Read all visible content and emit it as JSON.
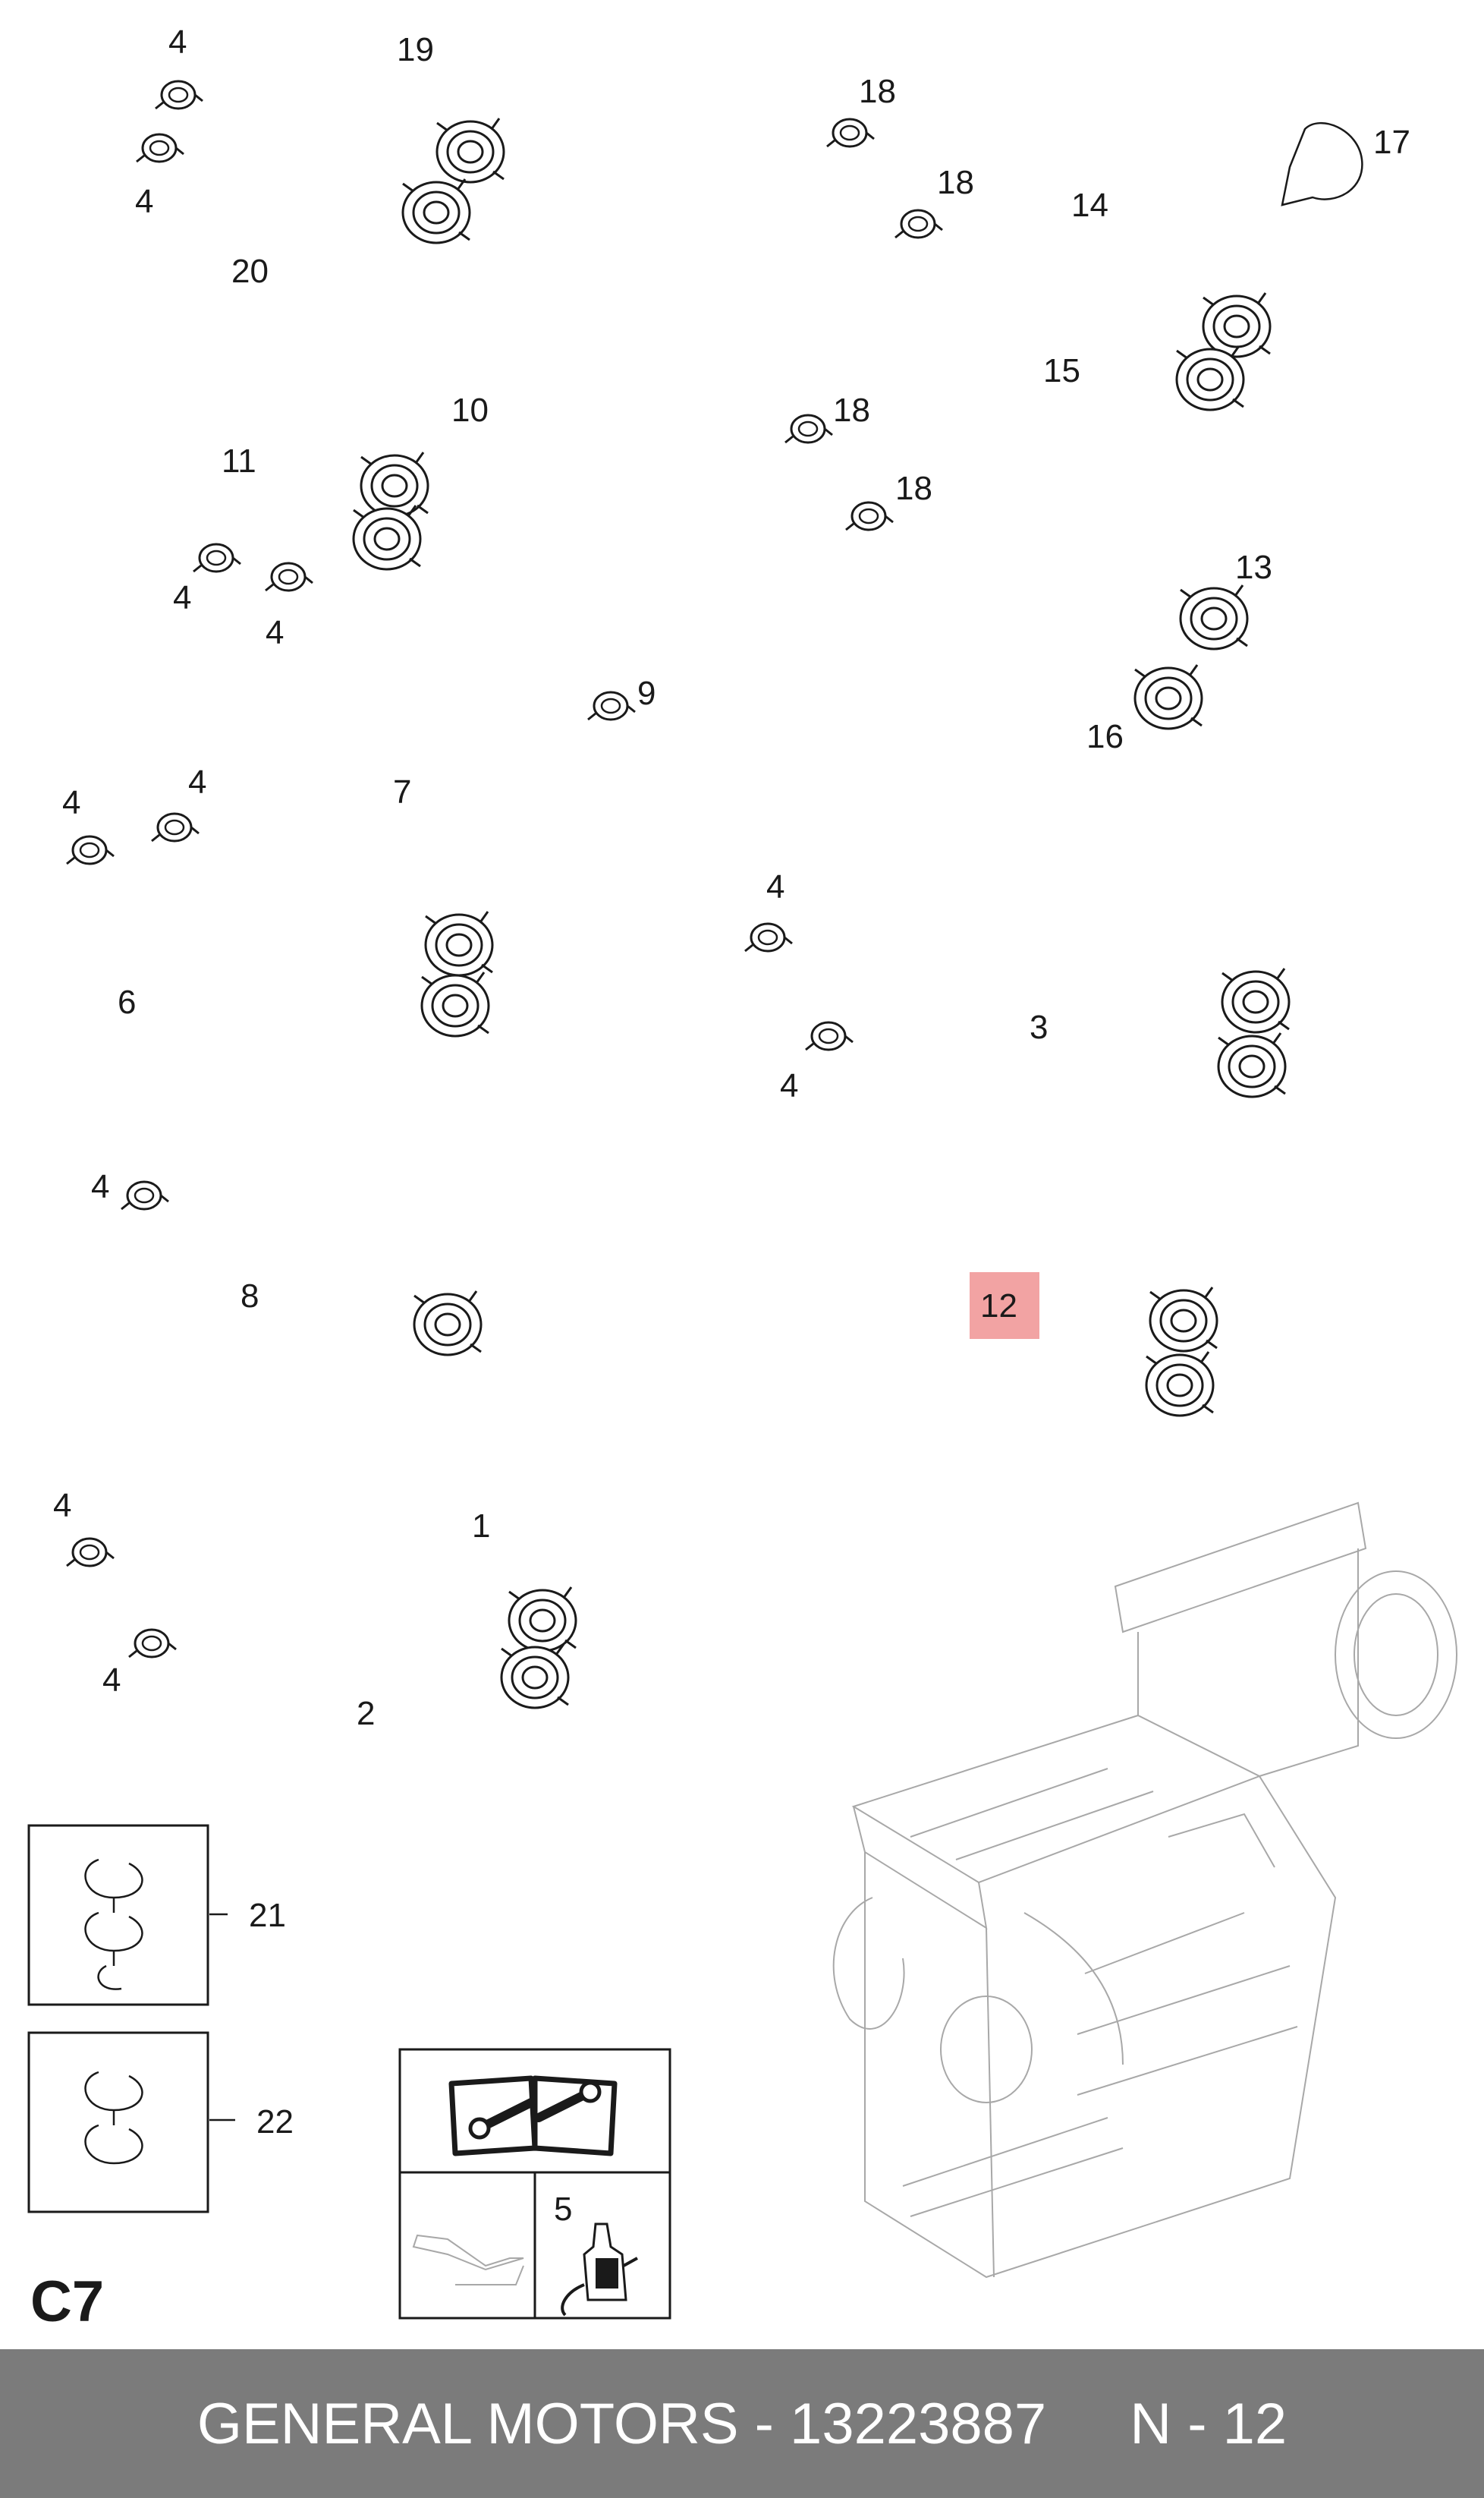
{
  "diagram": {
    "section_code": "C7",
    "highlight_color": "#f2a3a3",
    "callouts": {
      "c1": "1",
      "c2": "2",
      "c3": "3",
      "c4a": "4",
      "c4b": "4",
      "c4c": "4",
      "c4d": "4",
      "c4e": "4",
      "c4f": "4",
      "c4g": "4",
      "c4h": "4",
      "c4i": "4",
      "c4j": "4",
      "c4k": "4",
      "c5": "5",
      "c6": "6",
      "c7": "7",
      "c8": "8",
      "c9": "9",
      "c10": "10",
      "c11": "11",
      "c12": "12",
      "c13": "13",
      "c14": "14",
      "c15": "15",
      "c16": "16",
      "c17": "17",
      "c18a": "18",
      "c18b": "18",
      "c18c": "18",
      "c18d": "18",
      "c19": "19",
      "c20": "20",
      "c21": "21",
      "c22": "22"
    }
  },
  "footer": {
    "brand_part": "GENERAL MOTORS - 13223887",
    "page_ref": "N - 12"
  }
}
